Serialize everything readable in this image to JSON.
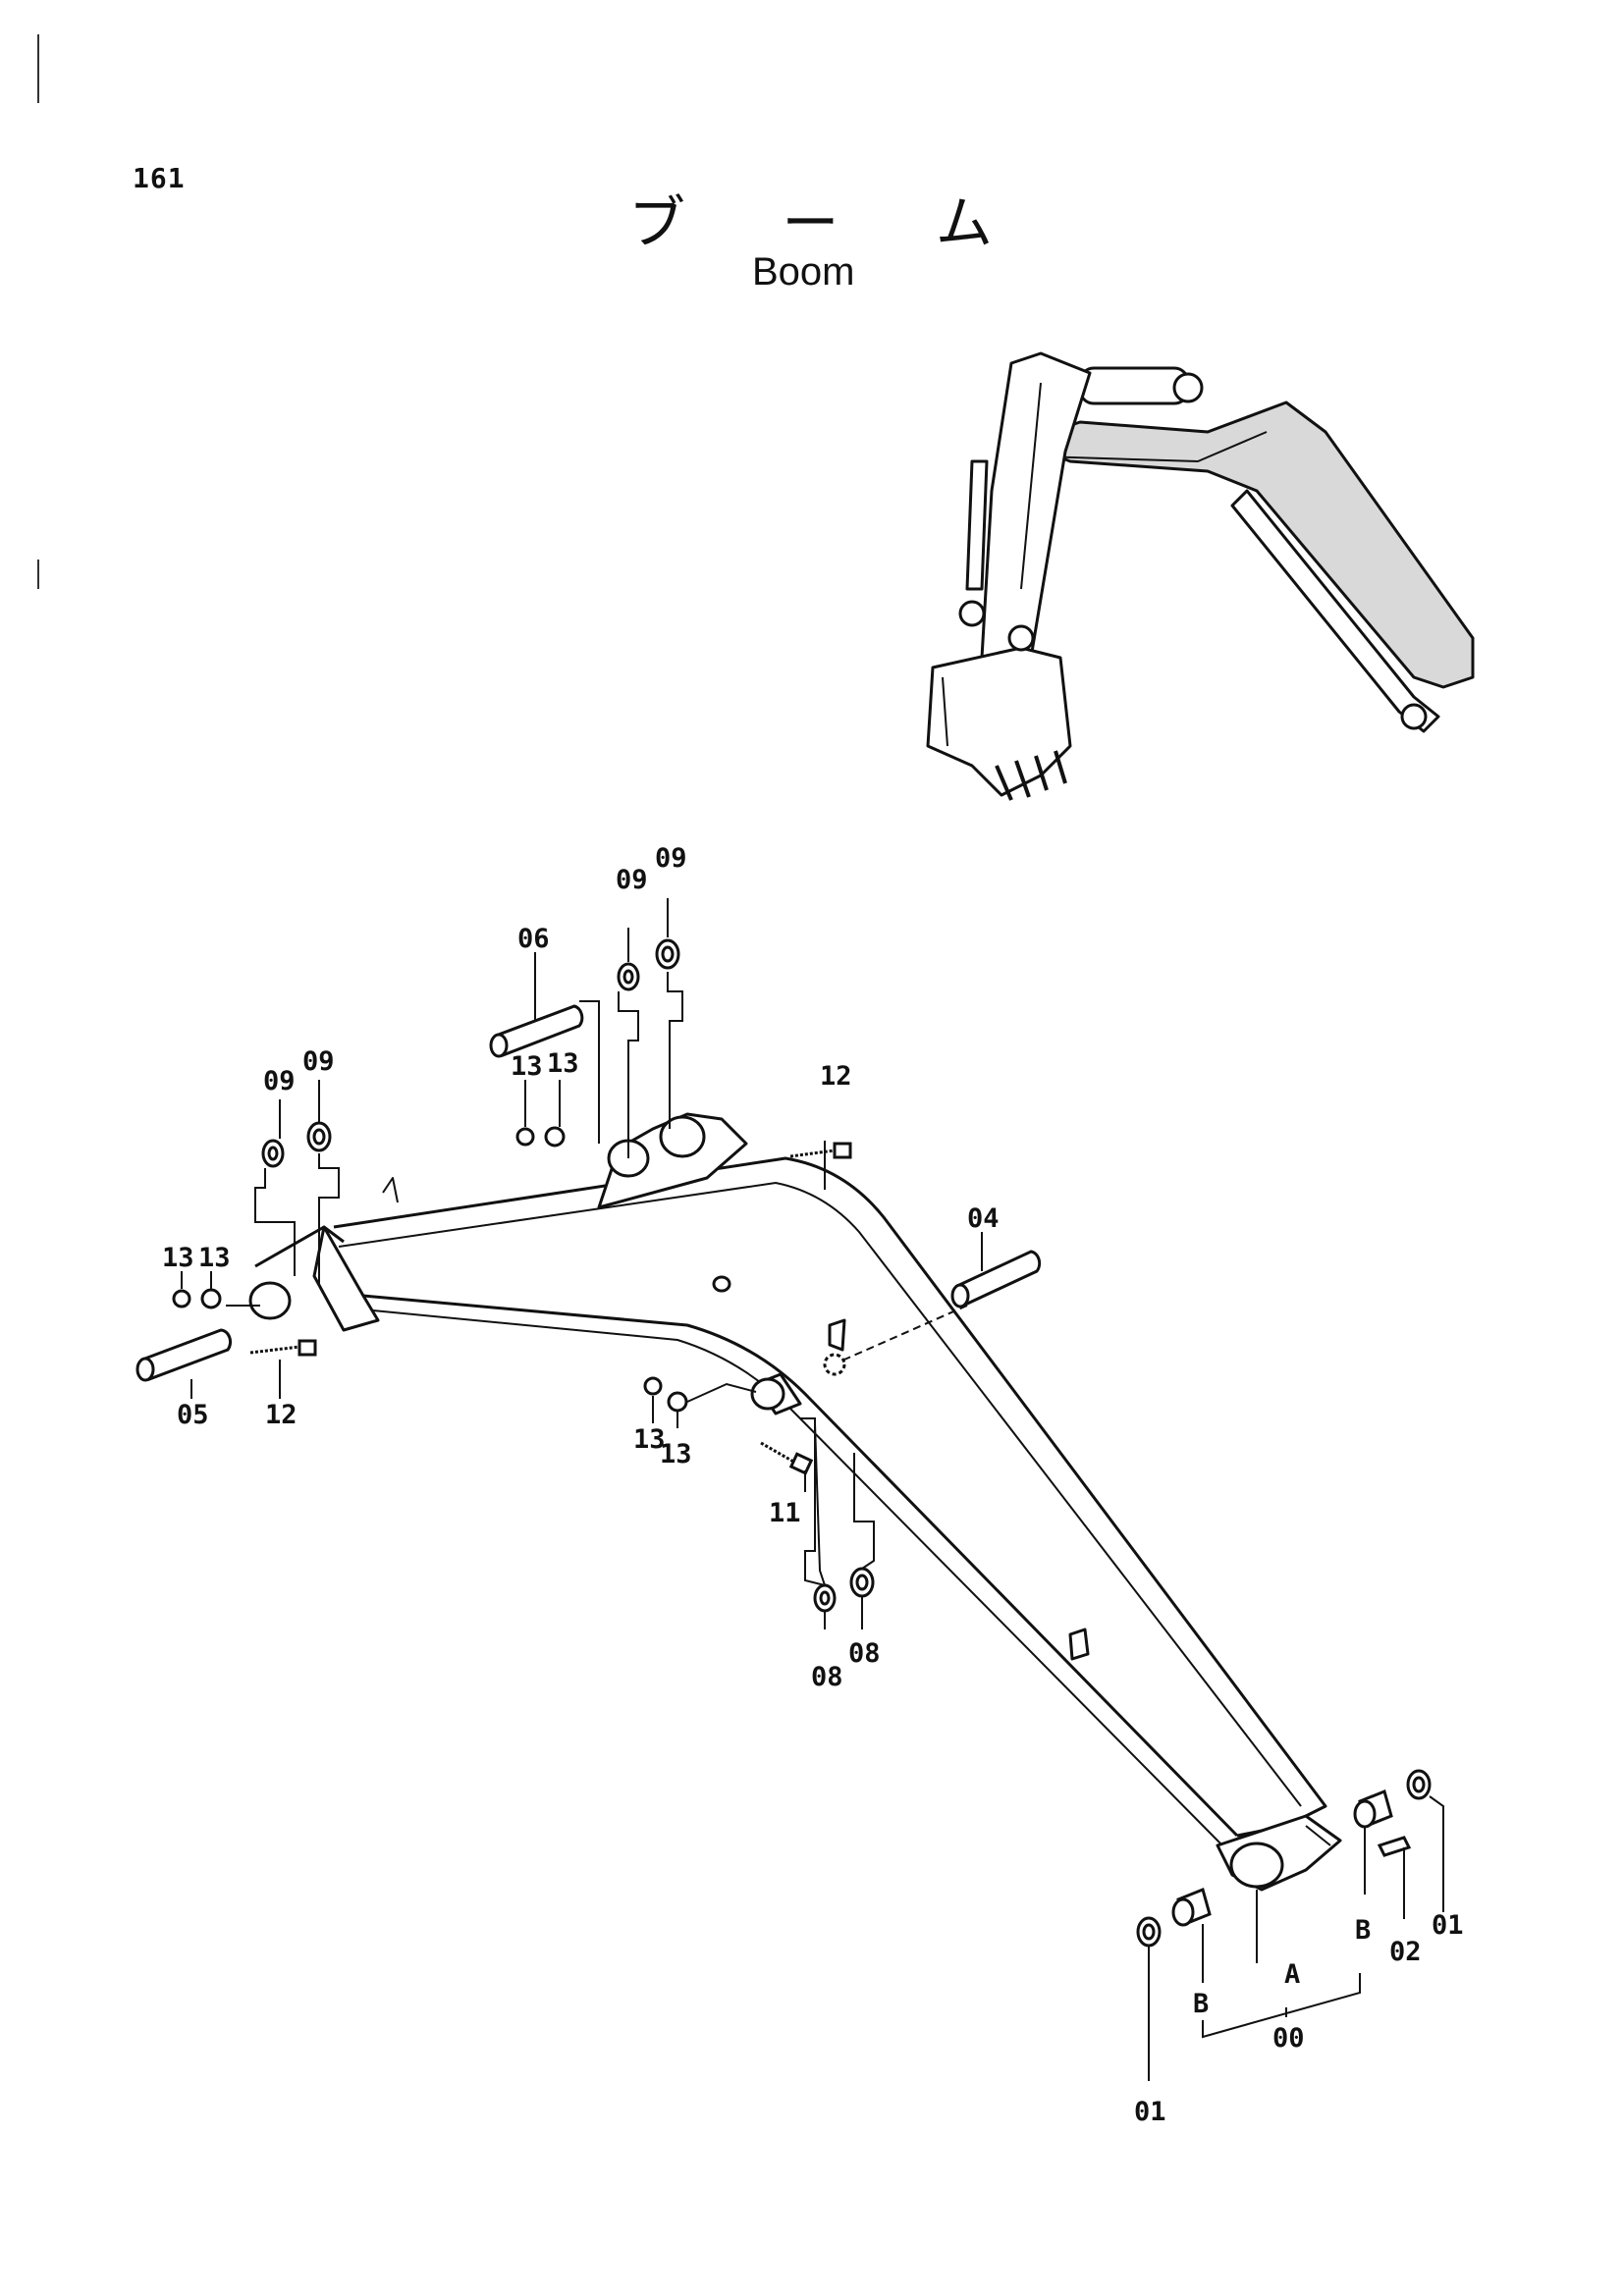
{
  "page_number": "161",
  "title_jp": "ブ ー ム",
  "title_en": "Boom",
  "callouts": {
    "c09a": "09",
    "c09b": "09",
    "c06": "06",
    "c13a": "13",
    "c13b": "13",
    "c12a": "12",
    "c09c": "09",
    "c09d": "09",
    "c04": "04",
    "c13c": "13",
    "c13d": "13",
    "c05": "05",
    "c12b": "12",
    "c13e": "13",
    "c13f": "13",
    "c11": "11",
    "c08a": "08",
    "c08b": "08",
    "cB1": "B",
    "cB2": "B",
    "cA": "A",
    "c00": "00",
    "c02": "02",
    "c01a": "01",
    "c01b": "01"
  }
}
